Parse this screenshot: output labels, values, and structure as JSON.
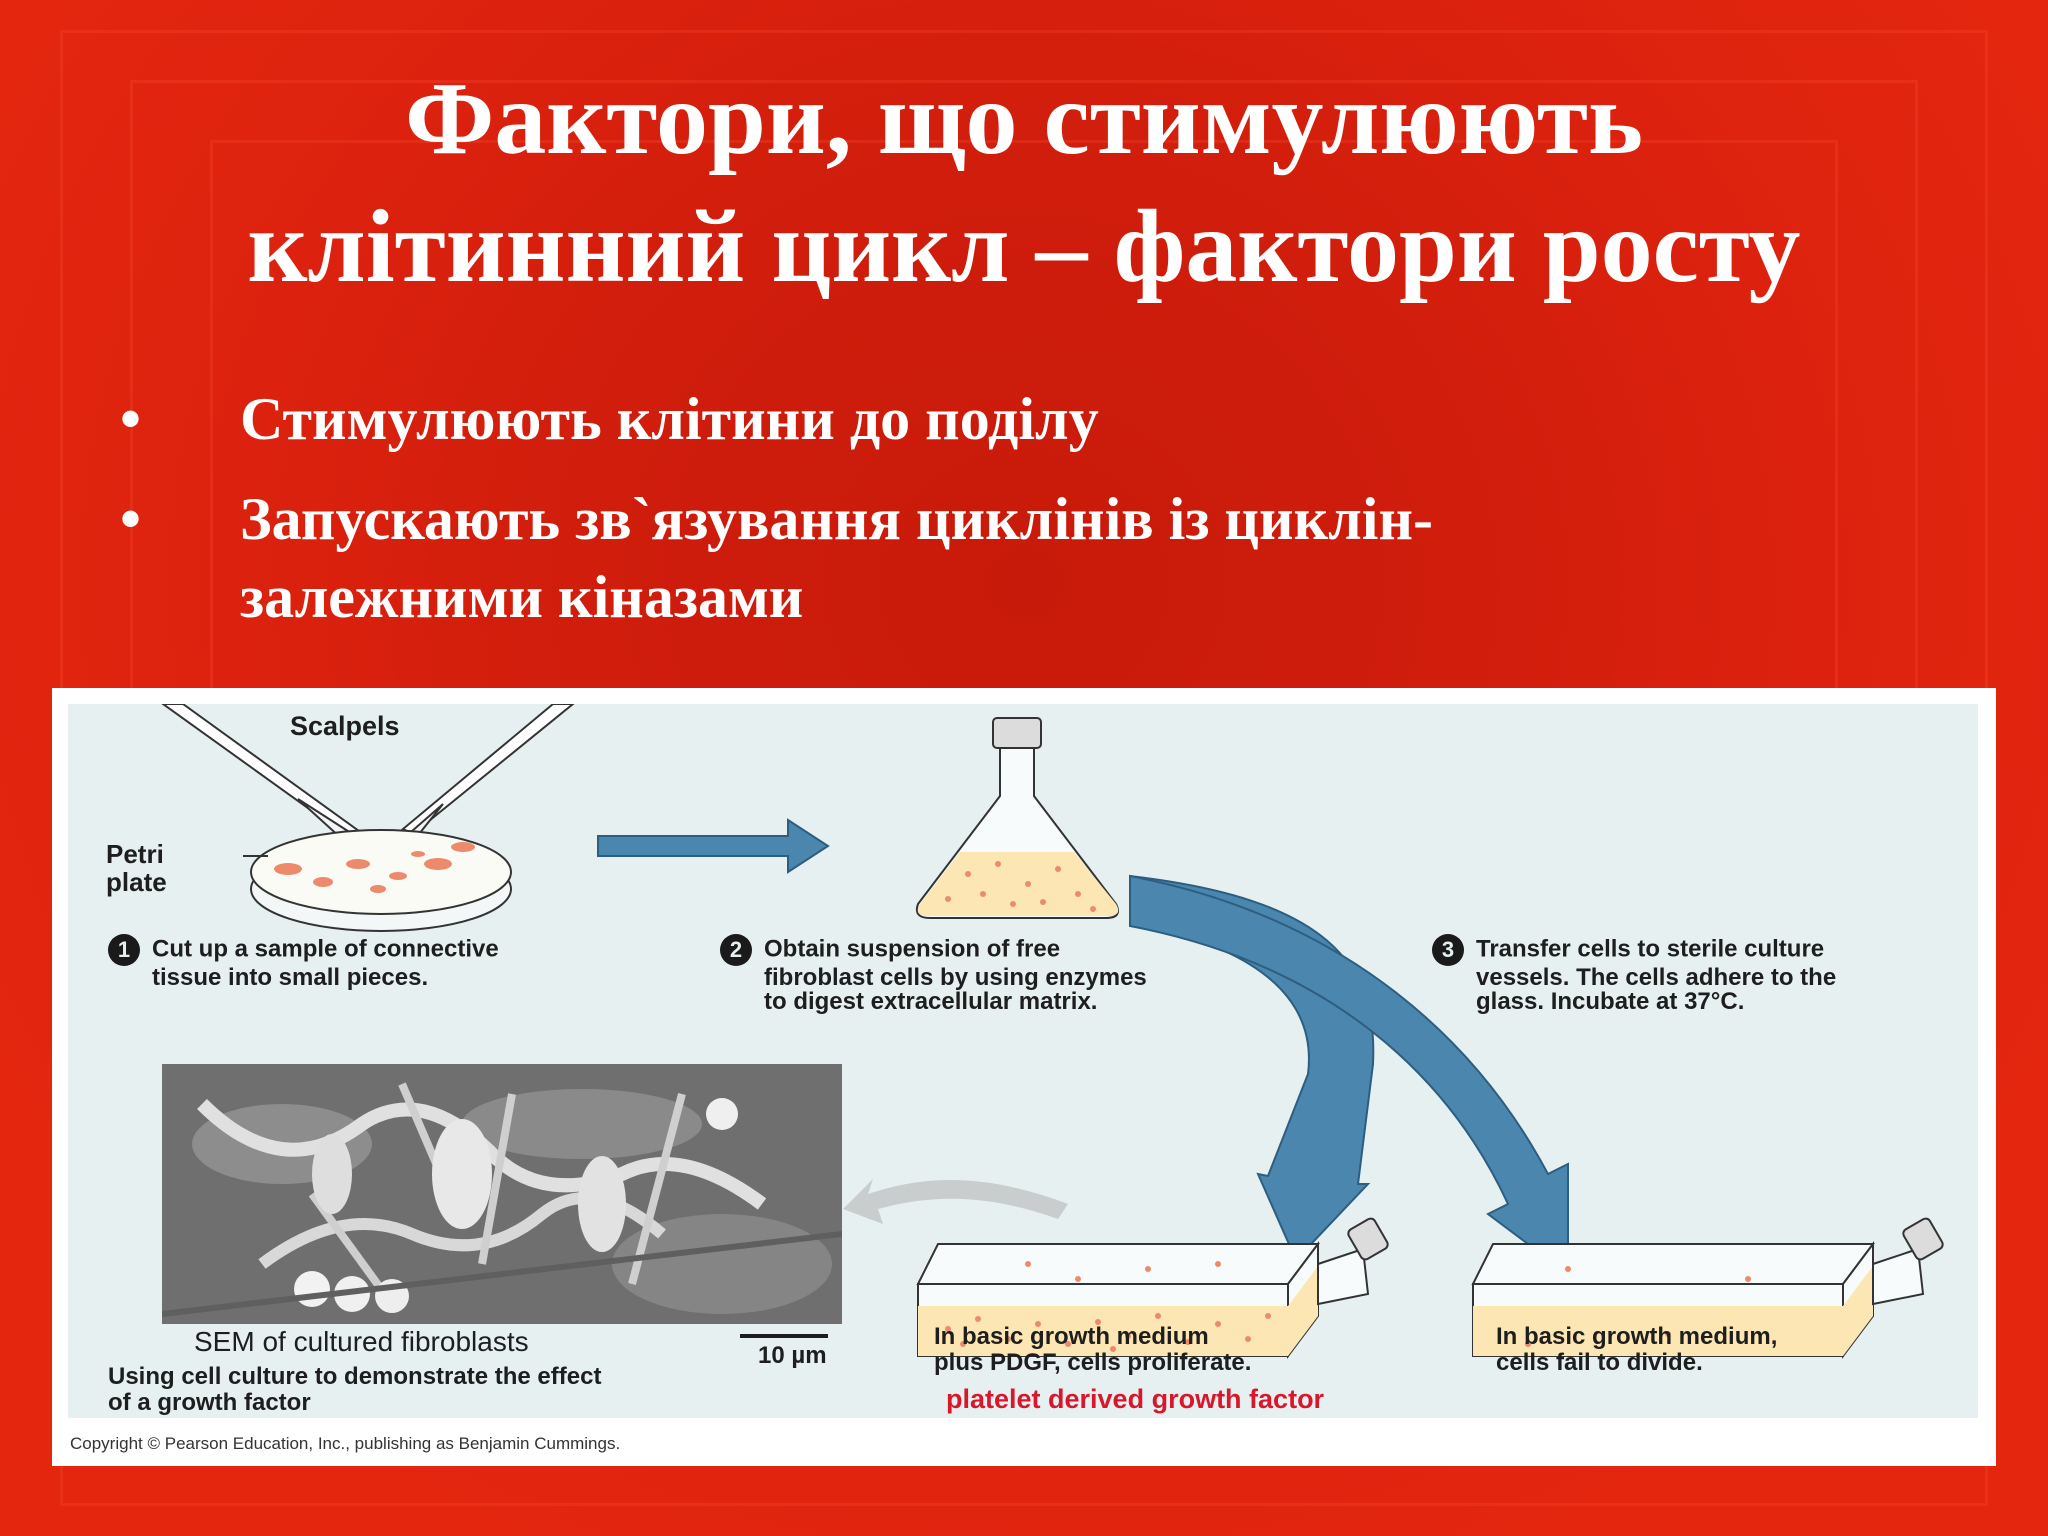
{
  "slide": {
    "title_line1": "Фактори, що стимулюють",
    "title_line2": "клітинний цикл – фактори росту",
    "bullets": [
      {
        "marker": "•",
        "text": "Стимулюють клітини до поділу"
      },
      {
        "marker": "•",
        "text": "Запускають зв`язування циклінів із циклін-залежними кіназами"
      }
    ]
  },
  "figure": {
    "labels": {
      "scalpels": "Scalpels",
      "petri": "Petri",
      "plate": "plate",
      "sem_caption": "SEM of cultured fibroblasts",
      "scale_bar": "10 µm",
      "pdgf_full": "platelet derived growth factor",
      "copyright": "Copyright © Pearson Education, Inc., publishing as Benjamin Cummings."
    },
    "steps": [
      {
        "num": "1",
        "line1": "Cut up a sample of connective",
        "line2": "tissue into small pieces.",
        "line3": ""
      },
      {
        "num": "2",
        "line1": "Obtain suspension of free",
        "line2": "fibroblast cells by using enzymes",
        "line3": "to digest extracellular matrix."
      },
      {
        "num": "3",
        "line1": "Transfer cells to sterile culture",
        "line2": "vessels. The cells adhere to the",
        "line3": "glass. Incubate at 37°C."
      }
    ],
    "results": {
      "pdgf_line1": "In basic growth medium",
      "pdgf_line2": "plus PDGF, cells proliferate.",
      "basic_line1": "In basic growth medium,",
      "basic_line2": "cells fail to divide."
    },
    "caption_line1": "Using cell culture to demonstrate the effect",
    "caption_line2": "of a growth factor",
    "colors": {
      "arrow": "#4a86ad",
      "medium": "#fbe6b4",
      "cells": "#ee8a6c",
      "pdgf_text": "#d8182a"
    }
  }
}
